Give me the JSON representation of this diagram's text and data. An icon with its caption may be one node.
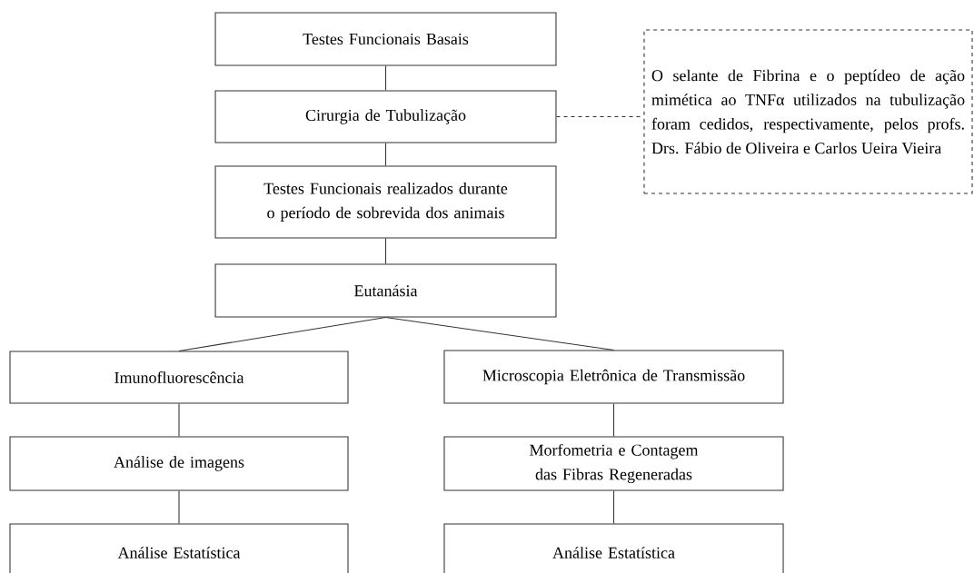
{
  "diagram": {
    "nodes": [
      {
        "text": [
          "Testes Funcionais Basais"
        ]
      },
      {
        "text": [
          "Cirurgia de Tubulização"
        ]
      },
      {
        "text": [
          "Testes Funcionais realizados durante o período de sobrevida dos animais"
        ]
      },
      {
        "text": [
          "Eutanásia"
        ]
      },
      {
        "text": [
          "Imunofluorescência"
        ]
      },
      {
        "text": [
          "Microscopia Eletrônica de Transmissão"
        ]
      },
      {
        "text": [
          "Análise de imagens"
        ]
      },
      {
        "text": [
          "Morfometria e Contagem das Fibras Regeneradas"
        ]
      },
      {
        "text": [
          "Análise Estatística"
        ]
      },
      {
        "text": [
          "Análise Estatística"
        ]
      },
      {
        "text": [
          "O selante de Fibrina e o peptídeo de ação mimética ao TNFα utilizados na tubulização foram cedidos, respectivamente, pelos profs. Drs. Fábio de Oliveira e Carlos Ueira Vieira"
        ]
      }
    ],
    "edges": [
      {
        "from": 0,
        "to": 1,
        "arrow": "none"
      },
      {
        "from": 1,
        "to": 2,
        "arrow": "none"
      },
      {
        "from": 2,
        "to": 3,
        "arrow": "none"
      },
      {
        "from": 3,
        "to": 4,
        "arrow": "none"
      },
      {
        "from": 3,
        "to": 5,
        "arrow": "none"
      },
      {
        "from": 4,
        "to": 6,
        "arrow": "none"
      },
      {
        "from": 6,
        "to": 8,
        "arrow": "none"
      },
      {
        "from": 5,
        "to": 7,
        "arrow": "none"
      },
      {
        "from": 7,
        "to": 9,
        "arrow": "none"
      },
      {
        "from": 1,
        "to": 10,
        "arrow": "none",
        "style": "dashed"
      }
    ]
  }
}
